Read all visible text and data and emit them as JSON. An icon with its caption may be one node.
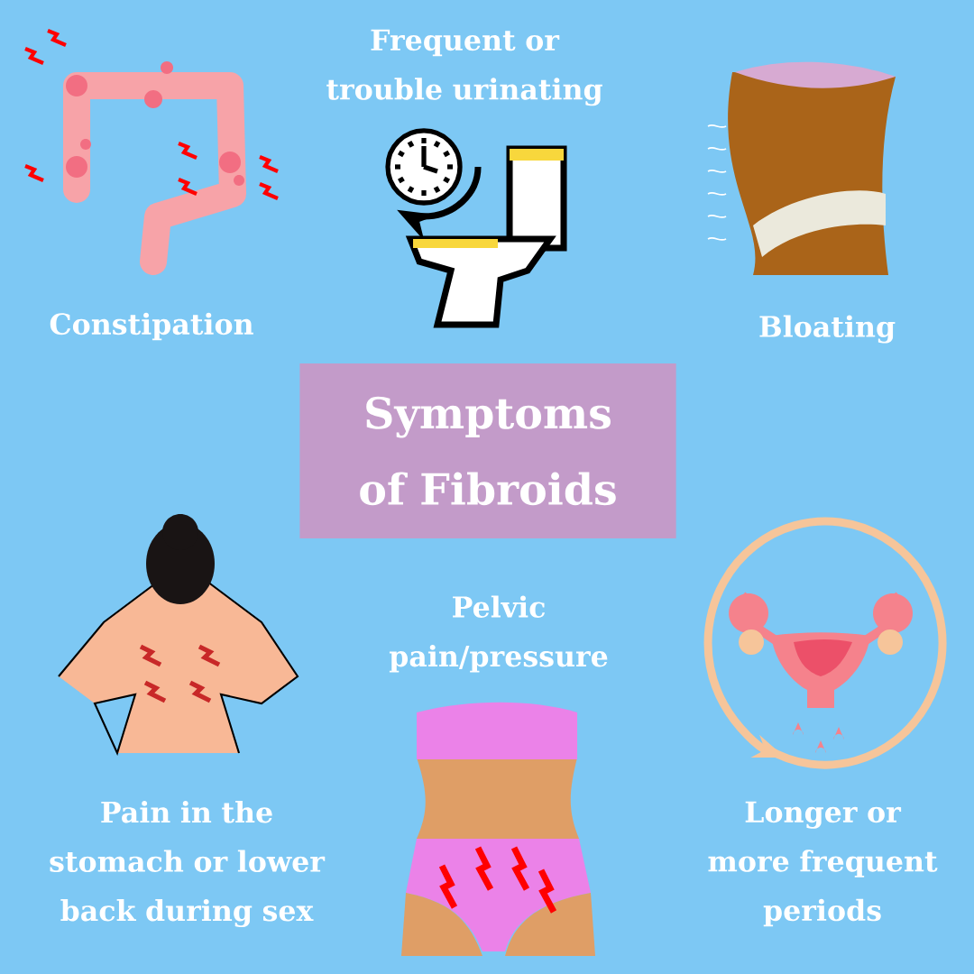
{
  "diagram": {
    "nodes": [
      {
        "text": [
          "Symptoms of Fibroids"
        ]
      }
    ],
    "labels": [
      "Frequent or trouble urinating",
      "Constipation",
      "Bloating",
      "Pelvic pain/pressure",
      "Pain in the stomach or lower back during sex",
      "Longer or more frequent periods"
    ]
  }
}
